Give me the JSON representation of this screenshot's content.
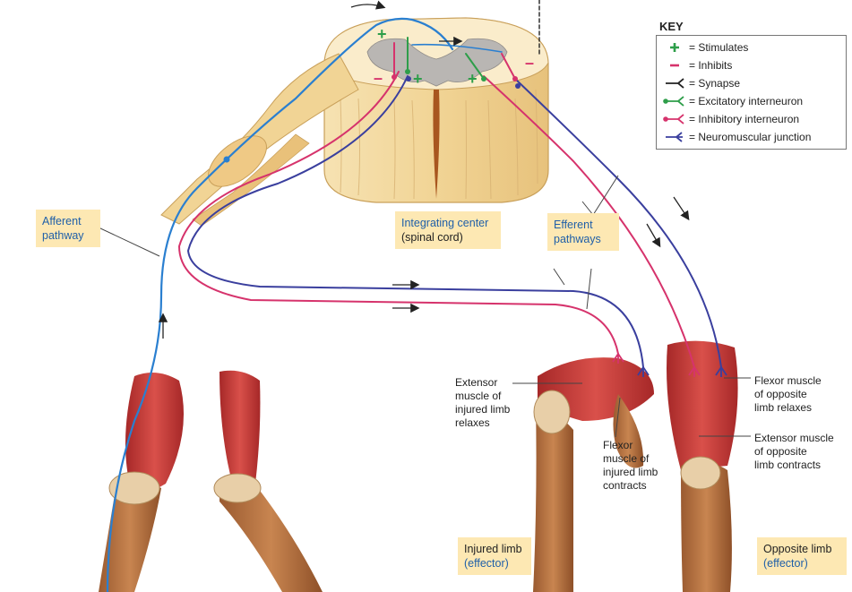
{
  "key": {
    "title": "KEY",
    "items": [
      {
        "label": "= Stimulates",
        "icon": "plus-icon",
        "color": "#2e9e4a"
      },
      {
        "label": "= Inhibits",
        "icon": "minus-icon",
        "color": "#d6336c"
      },
      {
        "label": "= Synapse",
        "icon": "synapse-icon",
        "color": "#222222"
      },
      {
        "label": "= Excitatory interneuron",
        "icon": "excitatory-interneuron-icon",
        "color": "#2e9e4a"
      },
      {
        "label": "= Inhibitory interneuron",
        "icon": "inhibitory-interneuron-icon",
        "color": "#d6336c"
      },
      {
        "label": "= Neuromuscular junction",
        "icon": "neuromuscular-junction-icon",
        "color": "#3a3f9e"
      }
    ]
  },
  "boxes": {
    "afferent": [
      "Afferent",
      "pathway"
    ],
    "integrating": [
      "Integrating center",
      "(spinal cord)"
    ],
    "efferent": [
      "Efferent",
      "pathways"
    ],
    "injured": [
      "Injured limb",
      "(effector)"
    ],
    "opposite": [
      "Opposite limb",
      "(effector)"
    ]
  },
  "labels": {
    "extensor_injured": [
      "Extensor",
      "muscle of",
      "injured limb",
      "relaxes"
    ],
    "flexor_injured": [
      "Flexor",
      "muscle of",
      "injured limb",
      "contracts"
    ],
    "flexor_opposite": [
      "Flexor muscle",
      "of opposite",
      "limb relaxes"
    ],
    "extensor_opposite": [
      "Extensor muscle",
      "of opposite",
      "limb contracts"
    ]
  },
  "colors": {
    "afferent": "#2a7fd0",
    "inhibitory": "#d6336c",
    "motor": "#3a3f9e",
    "excitatory": "#2e9e4a",
    "box_fill": "#fde8b3",
    "cord": "#f3d9a2",
    "muscle": "#c73b3b",
    "skin": "#b87545"
  }
}
